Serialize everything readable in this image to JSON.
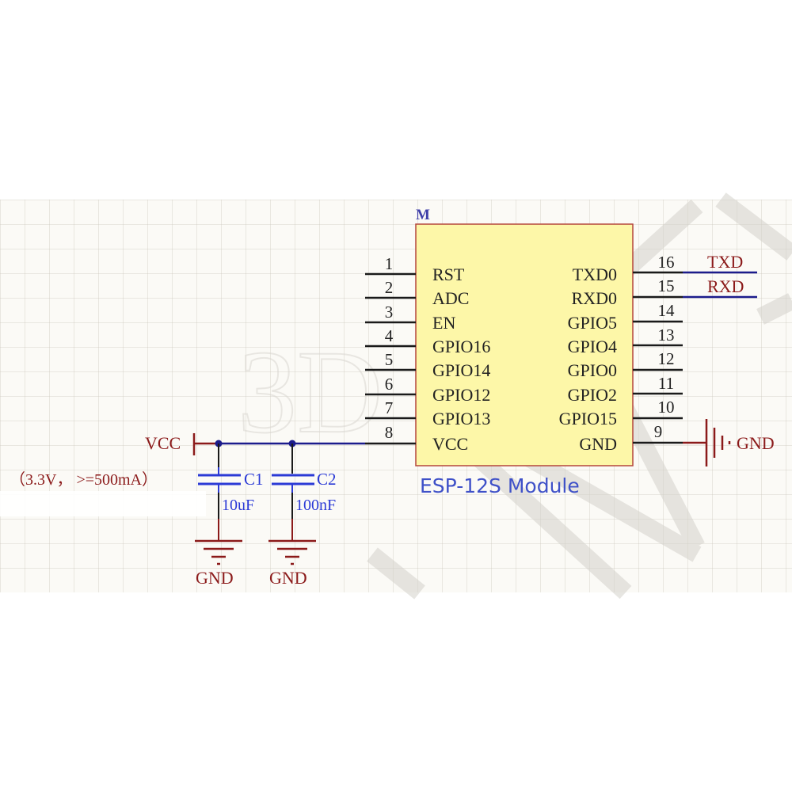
{
  "component": {
    "designator": "M",
    "name": "ESP-12S Module",
    "left_pins": [
      {
        "num": "1",
        "name": "RST"
      },
      {
        "num": "2",
        "name": "ADC"
      },
      {
        "num": "3",
        "name": "EN"
      },
      {
        "num": "4",
        "name": "GPIO16"
      },
      {
        "num": "5",
        "name": "GPIO14"
      },
      {
        "num": "6",
        "name": "GPIO12"
      },
      {
        "num": "7",
        "name": "GPIO13"
      },
      {
        "num": "8",
        "name": "VCC"
      }
    ],
    "right_pins": [
      {
        "num": "16",
        "name": "TXD0"
      },
      {
        "num": "15",
        "name": "RXD0"
      },
      {
        "num": "14",
        "name": "GPIO5"
      },
      {
        "num": "13",
        "name": "GPIO4"
      },
      {
        "num": "12",
        "name": "GPIO0"
      },
      {
        "num": "11",
        "name": "GPIO2"
      },
      {
        "num": "10",
        "name": "GPIO15"
      },
      {
        "num": "9",
        "name": "GND"
      }
    ]
  },
  "nets": {
    "txd": "TXD",
    "rxd": "RXD",
    "gnd_right": "GND",
    "vcc": "VCC",
    "vcc_note": "（3.3V， >=500mA）",
    "gnd_c1": "GND",
    "gnd_c2": "GND"
  },
  "capacitors": [
    {
      "designator": "C1",
      "value": "10uF"
    },
    {
      "designator": "C2",
      "value": "100nF"
    }
  ],
  "watermark": "3D",
  "colors": {
    "body_fill": "#fdf7a8",
    "body_border": "#b4463c",
    "wire": "#1c1c8c",
    "pin": "#1a1a1a",
    "net_label": "#8b1a1a",
    "component_name": "#3f51c8",
    "cap": "#2b3ad6"
  }
}
